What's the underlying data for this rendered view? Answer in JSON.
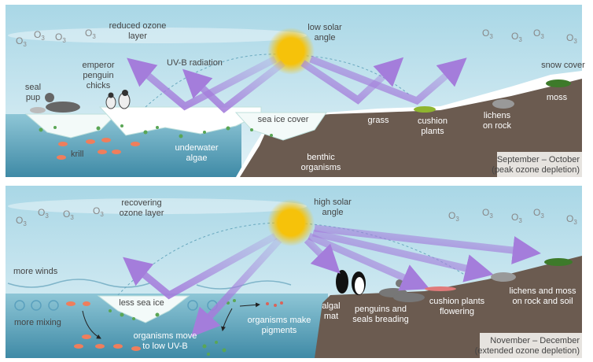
{
  "colors": {
    "uv_arrow": "#a47ddb",
    "sun": "#f6c20a",
    "land": "#6b5b50",
    "water": "#4c9bb5",
    "sky": "#b3dce9"
  },
  "ozone_symbol": {
    "main": "O",
    "sub": "3"
  },
  "panel_top": {
    "ozone_label": [
      "reduced ozone",
      "layer"
    ],
    "sun_label": [
      "low solar",
      "angle"
    ],
    "uvb_label": "UV-B radiation",
    "penguin_label": [
      "emperor",
      "penguin",
      "chicks"
    ],
    "seal_label": [
      "seal",
      "pup"
    ],
    "sea_ice_label": "sea ice cover",
    "krill_label": "krill",
    "algae_label": [
      "underwater",
      "algae"
    ],
    "benthic_label": [
      "benthic",
      "organisms"
    ],
    "grass_label": "grass",
    "cushion_label": [
      "cushion",
      "plants"
    ],
    "lichens_label": [
      "lichens",
      "on rock"
    ],
    "moss_label": "moss",
    "snow_label": "snow cover",
    "period": [
      "September – October",
      "(peak ozone depletion)"
    ]
  },
  "panel_bottom": {
    "ozone_label": [
      "recovering",
      "ozone layer"
    ],
    "sun_label": [
      "high solar",
      "angle"
    ],
    "winds_label": "more winds",
    "mixing_label": "more mixing",
    "sea_ice_label": "less sea ice",
    "move_label": [
      "organisms move",
      "to low UV-B"
    ],
    "pigments_label": [
      "organisms make",
      "pigments"
    ],
    "algal_label": [
      "algal",
      "mat"
    ],
    "breeding_label": [
      "penguins and",
      "seals breading"
    ],
    "cushion_label": [
      "cushion plants",
      "flowering"
    ],
    "lichens_label": [
      "lichens and moss",
      "on rock and soil"
    ],
    "period": [
      "November – December",
      "(extended ozone depletion)"
    ]
  }
}
